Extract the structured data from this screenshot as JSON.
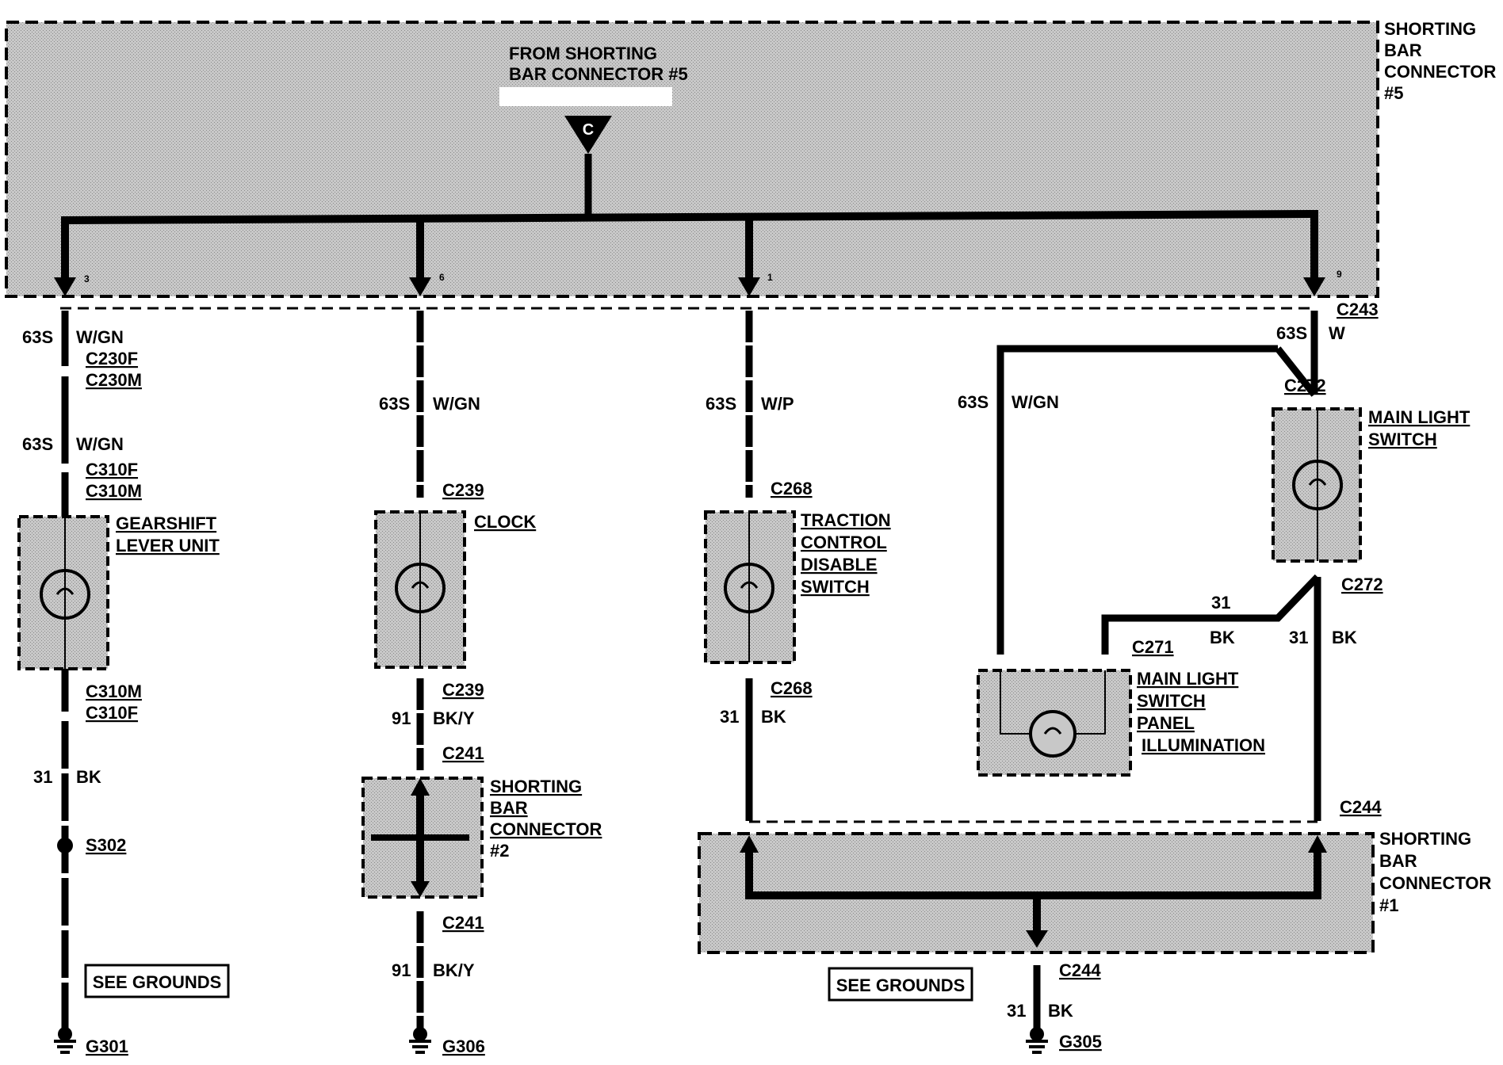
{
  "source": {
    "text_line1": "FROM SHORTING",
    "text_line2": "BAR CONNECTOR #5",
    "connector_letter": "C"
  },
  "connector5": {
    "lines": [
      "SHORTING",
      "BAR",
      "CONNECTOR",
      "#5"
    ]
  },
  "connector1": {
    "lines": [
      "SHORTING",
      "BAR",
      "CONNECTOR",
      "#1"
    ]
  },
  "connector2": {
    "lines": [
      "SHORTING",
      "BAR",
      "CONNECTOR",
      "#2"
    ]
  },
  "pins": {
    "p1": "3",
    "p2": "6",
    "p3": "1",
    "p4": "9"
  },
  "branch1": {
    "wire_a": {
      "circuit": "63S",
      "color": "W/GN"
    },
    "conn_a": [
      "C230F",
      "C230M"
    ],
    "wire_b": {
      "circuit": "63S",
      "color": "W/GN"
    },
    "conn_b": [
      "C310F",
      "C310M"
    ],
    "component": [
      "GEARSHIFT",
      "LEVER UNIT"
    ],
    "conn_c": [
      "C310M",
      "C310F"
    ],
    "wire_c": {
      "circuit": "31",
      "color": "BK"
    },
    "splice": "S302",
    "see_grounds": "SEE GROUNDS",
    "ground": "G301"
  },
  "branch2": {
    "wire_a": {
      "circuit": "63S",
      "color": "W/GN"
    },
    "conn_top": "C239",
    "component": "CLOCK",
    "conn_bot": "C239",
    "wire_b": {
      "circuit": "91",
      "color": "BK/Y"
    },
    "conn_c": "C241",
    "conn_d": "C241",
    "wire_c": {
      "circuit": "91",
      "color": "BK/Y"
    },
    "ground": "G306"
  },
  "branch3": {
    "wire_a": {
      "circuit": "63S",
      "color": "W/P"
    },
    "conn_top": "C268",
    "component": [
      "TRACTION",
      "CONTROL",
      "DISABLE",
      "SWITCH"
    ],
    "conn_bot": "C268",
    "wire_b": {
      "circuit": "31",
      "color": "BK"
    }
  },
  "branch4": {
    "conn_a": "C243",
    "wire_a": {
      "circuit": "63S",
      "color": "W"
    },
    "wire_b": {
      "circuit": "63S",
      "color": "W/GN"
    },
    "conn_b": "C272",
    "component_a": [
      "MAIN LIGHT",
      "SWITCH"
    ],
    "conn_c": "C272",
    "wire_c": {
      "circuit": "31",
      "color": "BK"
    },
    "wire_d": {
      "circuit": "31",
      "color": "BK"
    },
    "conn_d": "C271",
    "component_b": [
      "MAIN LIGHT",
      "SWITCH",
      "PANEL",
      "ILLUMINATION"
    ],
    "conn_e": "C244",
    "conn_f": "C244",
    "wire_e": {
      "circuit": "31",
      "color": "BK"
    },
    "see_grounds": "SEE GROUNDS",
    "ground": "G305"
  }
}
